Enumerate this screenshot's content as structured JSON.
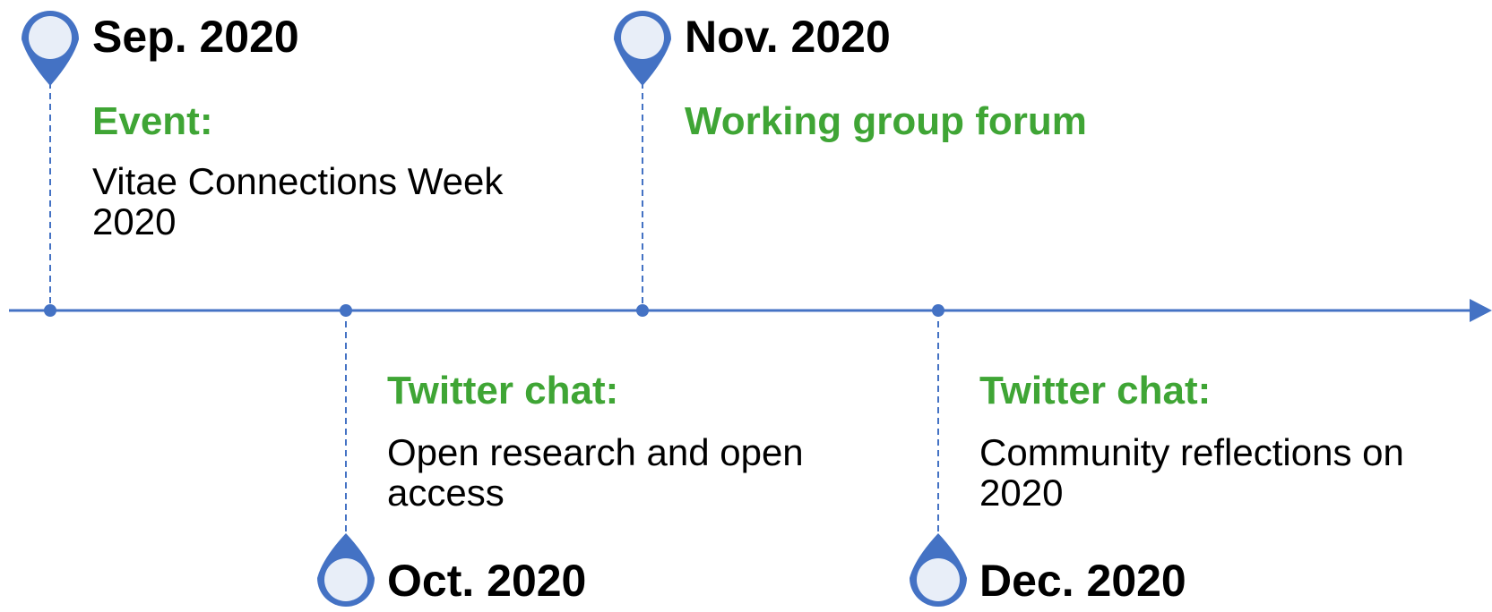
{
  "colors": {
    "accent": "#4472c4",
    "pin_fill": "#e8eef8",
    "label": "#3fa535",
    "text": "#000000"
  },
  "timeline": {
    "events": [
      {
        "date": "Sep. 2020",
        "label": "Event:",
        "description": "Vitae Connections Week 2020",
        "side": "above"
      },
      {
        "date": "Oct. 2020",
        "label": "Twitter chat:",
        "description": "Open research and open access",
        "side": "below"
      },
      {
        "date": "Nov. 2020",
        "label": "Working group forum",
        "description": "",
        "side": "above"
      },
      {
        "date": "Dec. 2020",
        "label": "Twitter chat:",
        "description": "Community reflections on 2020",
        "side": "below"
      }
    ]
  }
}
